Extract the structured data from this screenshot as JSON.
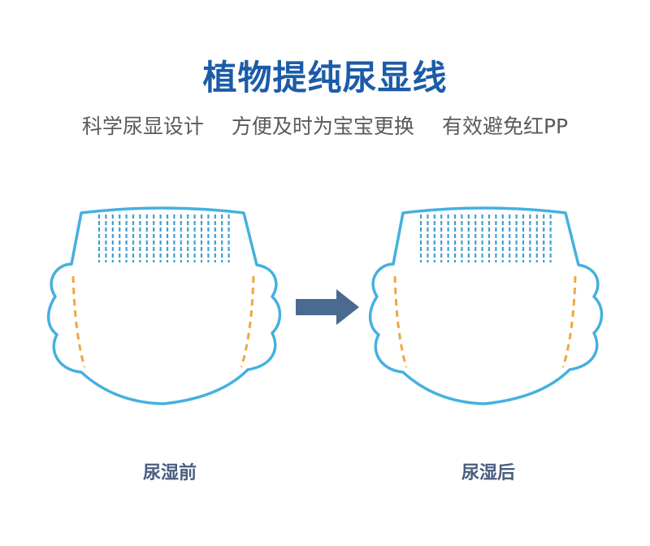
{
  "title": "植物提纯尿显线",
  "subtitle": [
    "科学尿显设计",
    "方便及时为宝宝更换",
    "有效避免红PP"
  ],
  "labels": {
    "before": "尿湿前",
    "after": "尿湿后"
  },
  "colors": {
    "title": "#1b5ca8",
    "outline": "#45b0e0",
    "dashes": "#f0a640",
    "before_line": "#e8d83a",
    "after_line": "#3b8fc0",
    "arrow": "#4a6a90"
  }
}
